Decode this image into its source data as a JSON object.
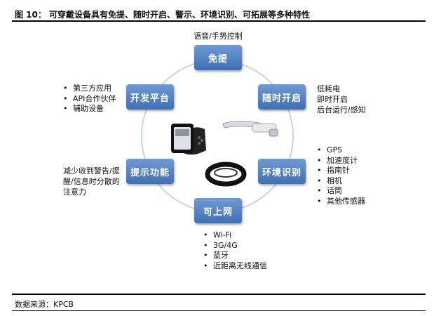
{
  "header": {
    "title": "图 10：  可穿戴设备具有免提、随时开启、警示、环境识别、可拓展等多种特性"
  },
  "footer": {
    "source": "数据来源：KPCB"
  },
  "diagram": {
    "nodes": {
      "hands_free": "免提",
      "always_on": "随时开启",
      "environment": "环境识别",
      "connected": "可上网",
      "alert": "提示功能",
      "platform": "开发平台"
    },
    "notes": {
      "hands_free": "语音/手势控制",
      "always_on": [
        "低耗电",
        "即时开启",
        "后台运行/感知"
      ],
      "alert": [
        "减少收到警告/提",
        "醒/信息时分散的",
        "注意力"
      ]
    },
    "bullets": {
      "environment": [
        "GPS",
        "加速度计",
        "指南针",
        "相机",
        "话筒",
        "其他传感器"
      ],
      "connected": [
        "Wi-Fi",
        "3G/4G",
        "蓝牙",
        "近距离无线通信"
      ],
      "platform": [
        "第三方应用",
        "API合作伙伴",
        "辅助设备"
      ]
    }
  },
  "colors": {
    "node_top": "#6f9bd3",
    "node_bottom": "#3f6fb5",
    "ring": "#c9d4e6"
  }
}
